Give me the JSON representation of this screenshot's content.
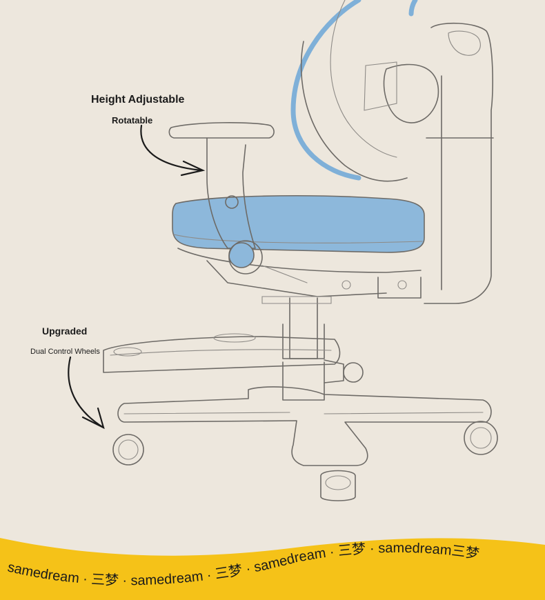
{
  "annotations": {
    "armrest_title": "Height Adjustable",
    "armrest_sub": "Rotatable",
    "wheels_title": "Upgraded",
    "wheels_sub": "Dual Control Wheels"
  },
  "banner": {
    "text": "samedream · 三梦 · samedream · 三梦 · samedream · 三梦 · samedream三梦",
    "color": "#f5c218"
  },
  "colors": {
    "background": "#ede7dd",
    "seat_blue": "#8db8db",
    "sketch_line": "#6d6a66"
  }
}
